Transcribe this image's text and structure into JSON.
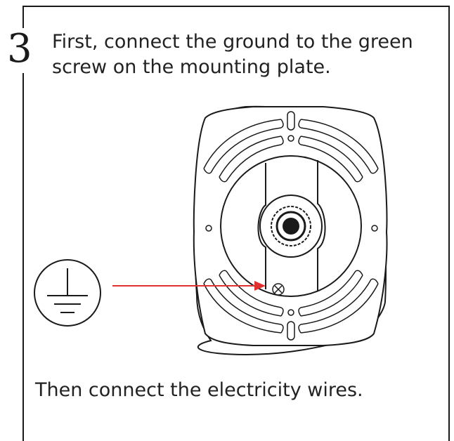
{
  "step": {
    "number": "3",
    "instruction": "First, connect the ground to the green screw on the mounting plate.",
    "footer": "Then connect the electricity wires."
  },
  "colors": {
    "arrow": "#e03131",
    "ink": "#1a1a1a"
  },
  "icons": {
    "ground": "ground-symbol-icon",
    "screw": "ground-screw-icon"
  }
}
